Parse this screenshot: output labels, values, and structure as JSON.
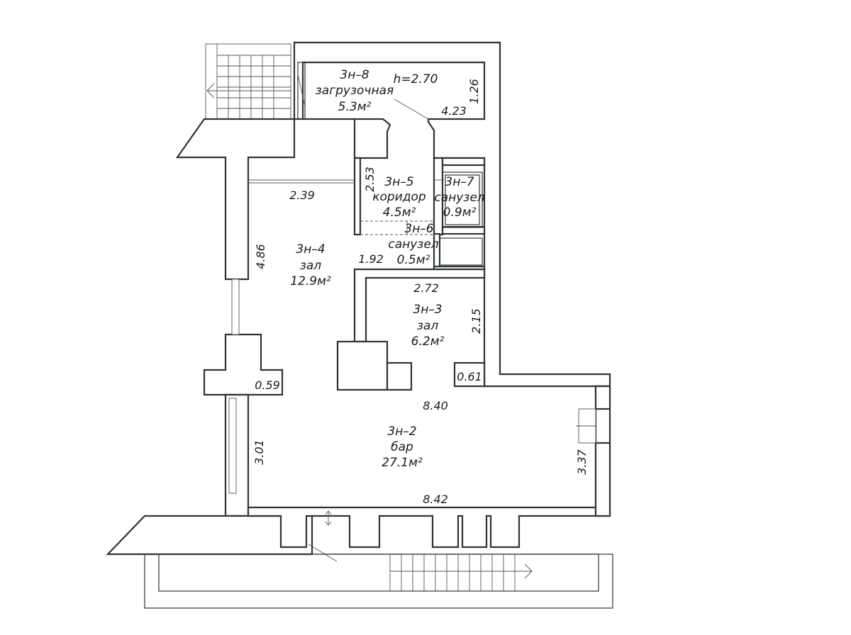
{
  "rooms": {
    "r8": {
      "code": "3н–8",
      "name": "загрузочная",
      "area": "5.3м²",
      "height": "h=2.70"
    },
    "r5": {
      "code": "3н–5",
      "name": "коридор",
      "area": "4.5м²"
    },
    "r7": {
      "code": "3н–7",
      "name": "санузел",
      "area": "0.9м²"
    },
    "r6": {
      "code": "3н–6",
      "name": "санузел",
      "area": "0.5м²"
    },
    "r4": {
      "code": "3н–4",
      "name": "зал",
      "area": "12.9м²"
    },
    "r3": {
      "code": "3н–3",
      "name": "зал",
      "area": "6.2м²"
    },
    "r2": {
      "code": "3н–2",
      "name": "бар",
      "area": "27.1м²"
    }
  },
  "dimensions": {
    "d126": "1.26",
    "d423": "4.23",
    "d253": "2.53",
    "d239": "2.39",
    "d486": "4.86",
    "d192": "1.92",
    "d272": "2.72",
    "d215": "2.15",
    "d059": "0.59",
    "d061": "0.61",
    "d840": "8.40",
    "d301": "3.01",
    "d337": "3.37",
    "d842": "8.42"
  }
}
